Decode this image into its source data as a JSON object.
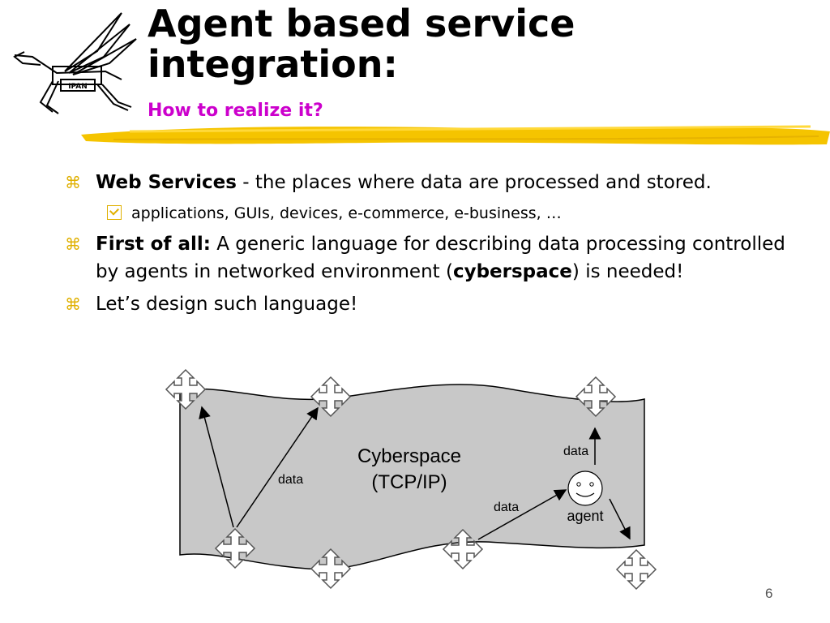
{
  "slide": {
    "title_line1": "Agent based service",
    "title_line2": "integration:",
    "subtitle": "How to realize it?",
    "logo_text": "IPAN",
    "page_number": "6"
  },
  "bullets": {
    "b1_bold": "Web Services",
    "b1_rest": " - the places where data are processed and stored.",
    "b1_sub": "applications, GUIs, devices, e-commerce, e-business, …",
    "b2_bold": "First of all:",
    "b2_rest1": " A generic language for describing data processing controlled by agents in networked environment (",
    "b2_bold2": "cyberspace",
    "b2_rest2": ") is needed!",
    "b3": "Let’s design such language!"
  },
  "diagram": {
    "cyberspace_label": "Cyberspace",
    "protocol_label": "(TCP/IP)",
    "data_label_left": "data",
    "data_label_mid": "data",
    "data_label_top": "data",
    "agent_label": "agent"
  },
  "colors": {
    "accent_magenta": "#cc00cc",
    "highlight_yellow": "#f5c400",
    "bullet_gold": "#e0b000",
    "banner_gray": "#c8c8c8"
  }
}
